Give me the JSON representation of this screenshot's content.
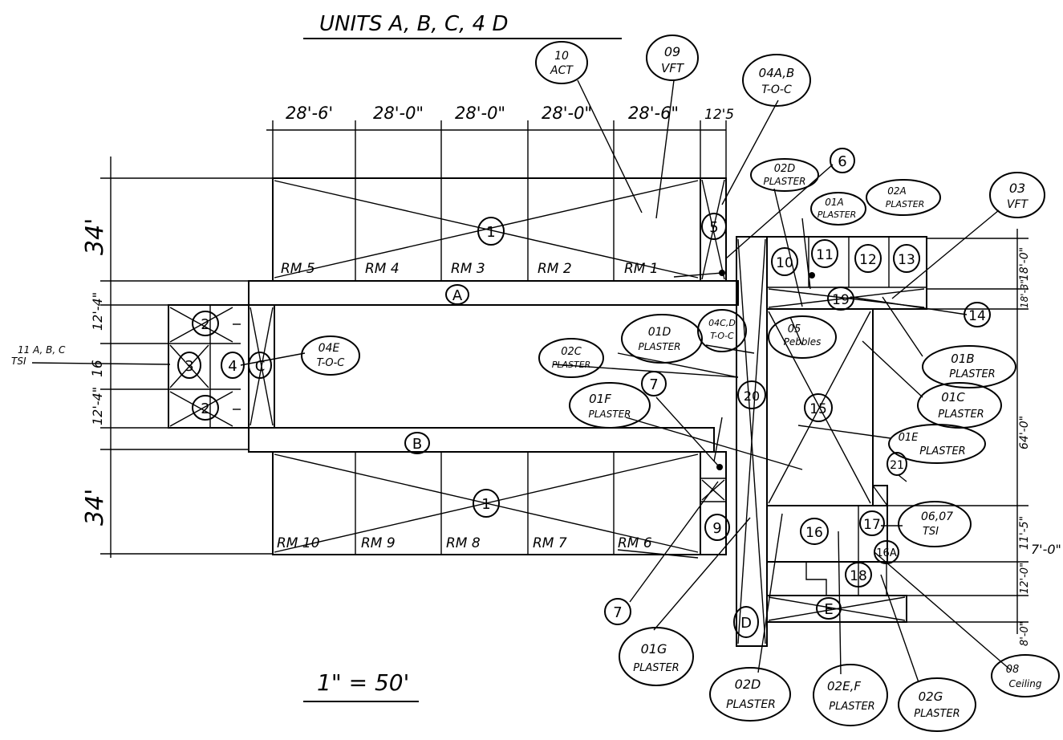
{
  "title": "UNITS A, B, C, 4 D",
  "scale": "1\" = 50'",
  "dims_top": [
    "28'-6'",
    "28'-0\"",
    "28'-0\"",
    "28'-0\"",
    "28'-6\"",
    "12'5"
  ],
  "dims_left": [
    "34'",
    "12'-4\"",
    "16",
    "12'-4\"",
    "34'"
  ],
  "dims_right": [
    "18'-0\"",
    "18'-3\"",
    "64'-0\"",
    "11'-5\"",
    "7'-0\"",
    "12'-0\"",
    "8'-0\""
  ],
  "rooms_top": [
    "RM 5",
    "RM 4",
    "RM 3",
    "RM 2",
    "RM 1"
  ],
  "rooms_bottom": [
    "RM 10",
    "RM 9",
    "RM 8",
    "RM 7",
    "RM 6"
  ],
  "units": [
    "A",
    "B",
    "C",
    "D",
    "E"
  ],
  "areas": [
    "1",
    "1",
    "2",
    "2",
    "3",
    "4",
    "5",
    "6",
    "7",
    "7",
    "9",
    "10",
    "11",
    "12",
    "13",
    "14",
    "15",
    "16",
    "16A",
    "17",
    "18",
    "19",
    "20",
    "21"
  ],
  "side_label": {
    "line1": "11 A, B, C",
    "line2": "TSI"
  },
  "samples": [
    {
      "id": "s-10act",
      "l1": "10",
      "l2": "ACT"
    },
    {
      "id": "s-09vft",
      "l1": "09",
      "l2": "VFT"
    },
    {
      "id": "s-04ab",
      "l1": "04A,B",
      "l2": "T-O-C"
    },
    {
      "id": "s-02d-top",
      "l1": "02D",
      "l2": "PLASTER"
    },
    {
      "id": "s-01a",
      "l1": "01A",
      "l2": "PLASTER"
    },
    {
      "id": "s-02a",
      "l1": "02A",
      "l2": "PLASTER"
    },
    {
      "id": "s-03vft",
      "l1": "03",
      "l2": "VFT"
    },
    {
      "id": "s-04e",
      "l1": "04E",
      "l2": "T-O-C"
    },
    {
      "id": "s-01d",
      "l1": "01D",
      "l2": "PLASTER"
    },
    {
      "id": "s-04cd",
      "l1": "04C,D",
      "l2": "T-O-C"
    },
    {
      "id": "s-05",
      "l1": "05",
      "l2": "Pebbles"
    },
    {
      "id": "s-02c",
      "l1": "02C",
      "l2": "PLASTER"
    },
    {
      "id": "s-01b",
      "l1": "01B",
      "l2": "PLASTER"
    },
    {
      "id": "s-01f",
      "l1": "01F",
      "l2": "PLASTER"
    },
    {
      "id": "s-01c",
      "l1": "01C",
      "l2": "PLASTER"
    },
    {
      "id": "s-01e",
      "l1": "01E",
      "l2": "PLASTER"
    },
    {
      "id": "s-0607",
      "l1": "06,07",
      "l2": "TSI"
    },
    {
      "id": "s-01g",
      "l1": "01G",
      "l2": "PLASTER"
    },
    {
      "id": "s-02d-bot",
      "l1": "02D",
      "l2": "PLASTER"
    },
    {
      "id": "s-02ef",
      "l1": "02E,F",
      "l2": "PLASTER"
    },
    {
      "id": "s-02g",
      "l1": "02G",
      "l2": "PLASTER"
    },
    {
      "id": "s-08",
      "l1": "08",
      "l2": "Ceiling"
    }
  ]
}
